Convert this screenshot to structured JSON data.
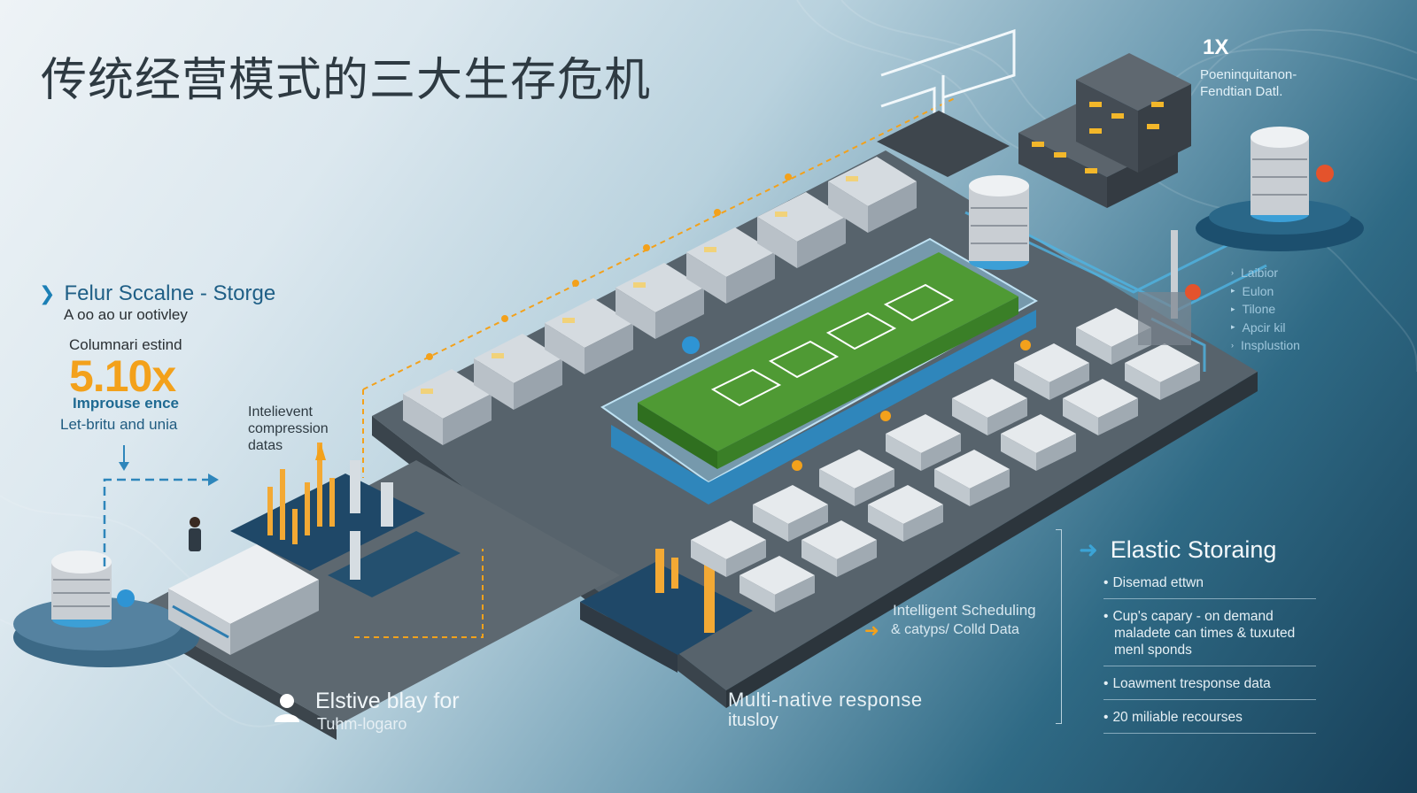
{
  "title": "传统经营模式的三大生存危机",
  "left_panel": {
    "heading": "Felur Sccalne - Storge",
    "subheading": "A oo ao ur ootivley",
    "metric_label": "Columnari estind",
    "metric_value": "5.10x",
    "metric_caption": "Improuse ence",
    "metric_footer": "Let-britu and unia"
  },
  "compression_label": {
    "line1": "Intelievent",
    "line2": "compression",
    "line3": "datas"
  },
  "top_right": {
    "multiplier": "1X",
    "line1": "Poeninquitanon-",
    "line2": "Fendtian Datl."
  },
  "side_list": {
    "items": [
      "Laibior",
      "Eulon",
      "Tilone",
      "Apcir kil",
      "Insplustion"
    ]
  },
  "bottom_left": {
    "title": "Elstive blay for",
    "subtitle": "Tuhm-logaro",
    "icon": "user-icon"
  },
  "bottom_center": {
    "line1": "Multi-native response",
    "line2": "itusloy"
  },
  "scheduling": {
    "line1": "Intelligent Scheduling",
    "line2": "& catyps/ Colld Data",
    "icon": "arrow-right-icon"
  },
  "elastic_panel": {
    "heading": "Elastic Storaing",
    "items": [
      {
        "lines": [
          "Disemad ettwn"
        ]
      },
      {
        "lines": [
          "Cup's capary - on demand",
          "maladete can times & tuxuted",
          "menl sponds"
        ]
      },
      {
        "lines": [
          "Loawment tresponse data"
        ]
      },
      {
        "lines": [
          "20 miliable recourses"
        ]
      }
    ]
  },
  "colors": {
    "accent_orange": "#f3a11b",
    "accent_blue": "#1b7fb5",
    "title_dark": "#2e3a42",
    "panel_dark": "#173f58",
    "grass_green": "#4f9a34"
  }
}
